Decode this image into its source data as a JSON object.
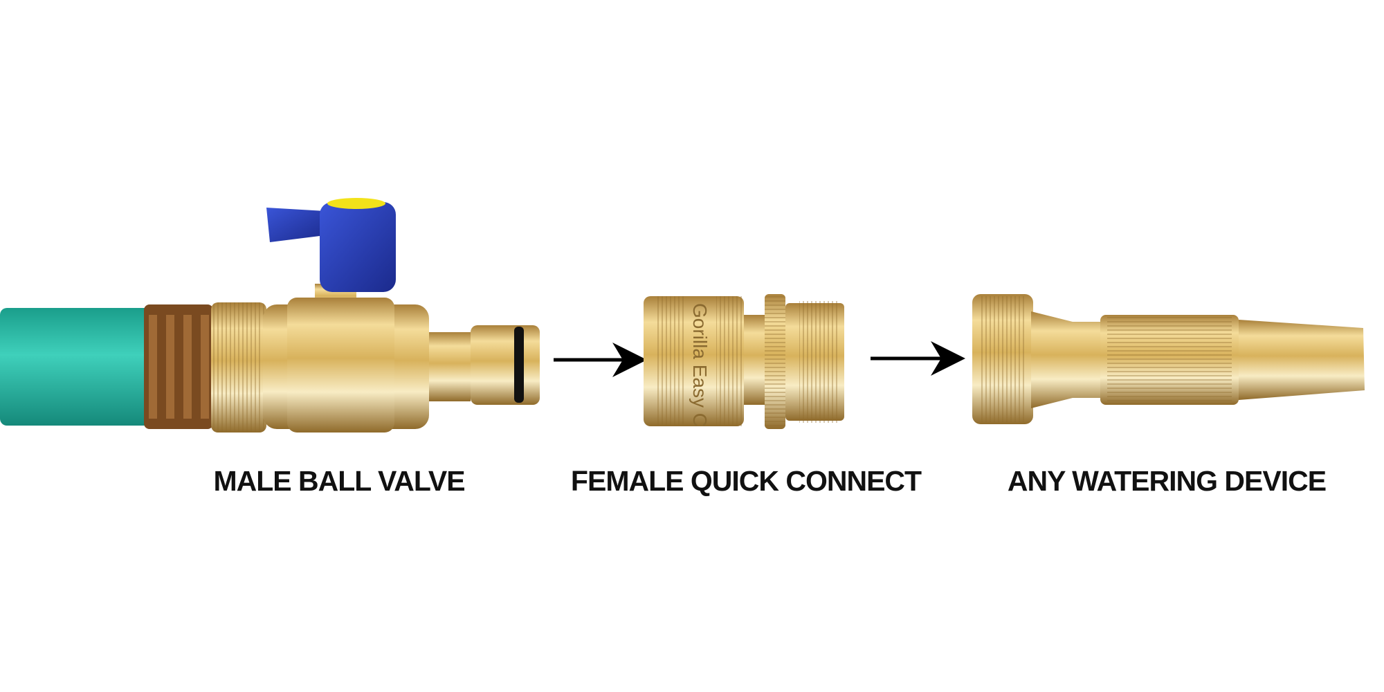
{
  "labels": {
    "valve": "MALE BALL VALVE",
    "connector": "FEMALE QUICK CONNECT",
    "device": "ANY WATERING DEVICE"
  },
  "engraving": "Gorilla Easy C",
  "colors": {
    "hose": "#22b8a3",
    "brass": "#d9b55e",
    "handle": "#2a3fb8",
    "handle_cap": "#f2e21a",
    "arrow": "#000000"
  }
}
